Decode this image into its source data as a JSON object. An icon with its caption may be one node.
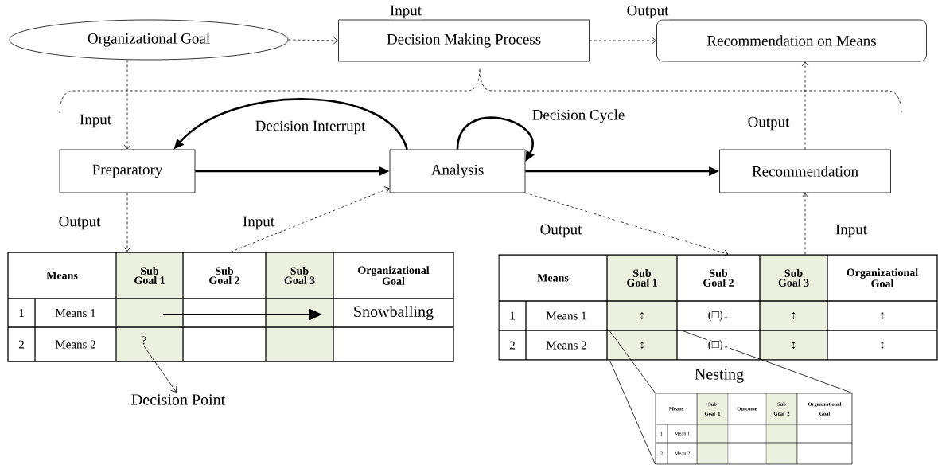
{
  "diagram": {
    "nodes": [
      {
        "text": [
          "Organizational Goal"
        ]
      },
      {
        "text": [
          "Decision Making Process"
        ]
      },
      {
        "text": [
          "Recommendation on Means"
        ]
      },
      {
        "text": [
          "Preparatory"
        ]
      },
      {
        "text": [
          "Analysis"
        ]
      },
      {
        "text": [
          "Recommendation"
        ]
      },
      {
        "text": [],
        "shape": "table"
      },
      {
        "text": [
          "?"
        ],
        "in": 6
      },
      {
        "text": [],
        "shape": "table"
      },
      {
        "text": [
          "Nesting"
        ]
      },
      {
        "text": [
          "Decision Point"
        ]
      }
    ],
    "edges": [
      {
        "from": 0,
        "to": 1,
        "arrow": "to",
        "label": "Input",
        "style": "dashed"
      },
      {
        "from": 1,
        "to": 2,
        "arrow": "to",
        "label": "Output",
        "style": "dashed"
      },
      {
        "from": 0,
        "to": 3,
        "arrow": "to",
        "label": "Input",
        "style": "dashed"
      },
      {
        "from": 3,
        "to": 4,
        "arrow": "to",
        "style": "thick"
      },
      {
        "from": 4,
        "to": 5,
        "arrow": "to",
        "style": "thick"
      },
      {
        "from": 4,
        "to": 3,
        "arrow": "to",
        "label": "Decision Interrupt",
        "style": "thick"
      },
      {
        "from": 4,
        "to": 4,
        "arrow": "to",
        "label": "Decision Cycle",
        "style": "thick"
      },
      {
        "from": 3,
        "to": 6,
        "arrow": "to",
        "label": "Output",
        "style": "dashed"
      },
      {
        "from": 6,
        "to": 4,
        "arrow": "to",
        "label": "Input",
        "style": "dashed"
      },
      {
        "from": 4,
        "to": 8,
        "arrow": "to",
        "label": "Output",
        "style": "dashed"
      },
      {
        "from": 8,
        "to": 5,
        "arrow": "to",
        "label": "Input",
        "style": "dashed"
      },
      {
        "from": 5,
        "to": 2,
        "arrow": "to",
        "label": "Output",
        "style": "dashed"
      },
      {
        "from": 7,
        "to": 10,
        "arrow": "to"
      },
      {
        "from": 8,
        "to": 9,
        "arrow": "none"
      },
      {
        "from": 8,
        "to": 9,
        "arrow": "none"
      },
      {
        "from": 8,
        "to": 9,
        "arrow": "none"
      }
    ],
    "labels": [
      "Means",
      "Sub Goal 1",
      "Sub Goal 2",
      "Sub Goal 3",
      "Organizational Goal",
      "1",
      "Means 1",
      "Snowballing",
      "2",
      "Means 2",
      "Means",
      "Sub Goal 1",
      "Sub Goal 2",
      "Sub Goal 3",
      "Organizational Goal",
      "1",
      "Means 1",
      "↕",
      "(□)↓",
      "↕",
      "↕",
      "2",
      "Means 2",
      "↕",
      "(□)↓",
      "↕",
      "↕",
      "Means",
      "Sub Goal 1",
      "Outcome",
      "Sub Goal 2",
      "Organizational Goal",
      "1",
      "Mean 1",
      "2",
      "Mean 2"
    ]
  }
}
